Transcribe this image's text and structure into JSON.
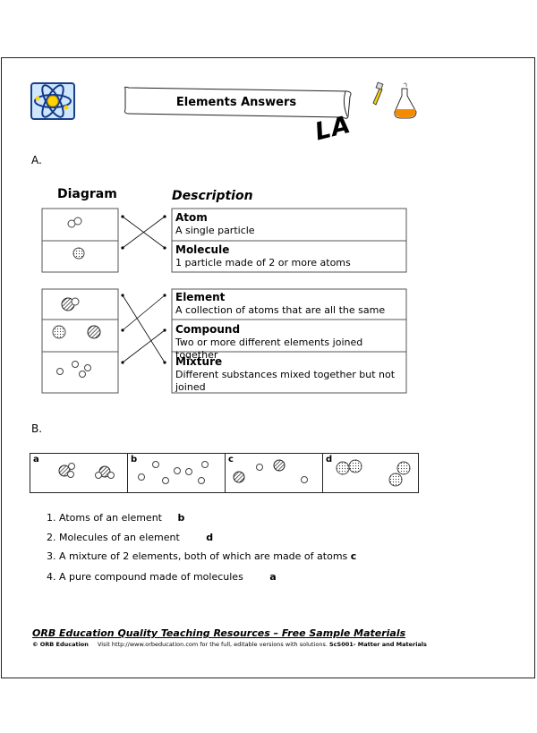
{
  "header": {
    "title": "Elements Answers",
    "stamp": "LA"
  },
  "section_a": {
    "label": "A.",
    "diagram_heading": "Diagram",
    "description_heading": "Description",
    "group1": [
      {
        "term": "Atom",
        "definition": "A single particle"
      },
      {
        "term": "Molecule",
        "definition": "1 particle made of 2 or more atoms"
      }
    ],
    "group2": [
      {
        "term": "Element",
        "definition": "A collection of atoms that are all the same"
      },
      {
        "term": "Compound",
        "definition": "Two or more different elements joined together"
      },
      {
        "term": "Mixture",
        "definition": "Different substances mixed together but not joined"
      }
    ]
  },
  "section_b": {
    "label": "B.",
    "boxes": [
      "a",
      "b",
      "c",
      "d"
    ],
    "questions": [
      {
        "num": "1.",
        "text": "Atoms of an element",
        "answer": "b"
      },
      {
        "num": "2.",
        "text": "Molecules of an element",
        "answer": "d"
      },
      {
        "num": "3.",
        "text": "A mixture of 2 elements, both of which are made of atoms",
        "answer": "c"
      },
      {
        "num": "4.",
        "text": "A pure compound made of molecules",
        "answer": "a"
      }
    ]
  },
  "footer": {
    "title": "ORB Education Quality Teaching Resources – Free Sample Materials",
    "copyright": "© ORB Education",
    "visit": "Visit http://www.orbeducation.com for the full, editable versions with solutions.",
    "code": "ScS001- Matter and Materials"
  }
}
